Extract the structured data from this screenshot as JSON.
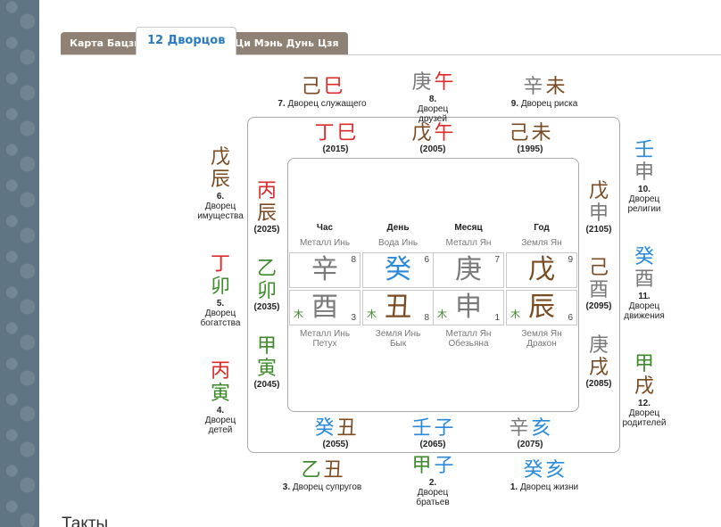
{
  "colors": {
    "fire": "#dc2b2b",
    "earth": "#7a4a21",
    "metal": "#7a7a7a",
    "water": "#2a8ad9",
    "wood": "#3d8a2a",
    "tab_active": "#2a7bc4",
    "tab_inactive": "#8f8274"
  },
  "tabs": [
    {
      "label": "Карта Бацзы",
      "active": false
    },
    {
      "label": "12 Дворцов",
      "active": true
    },
    {
      "label": "Ци Мэнь Дунь Цзя",
      "active": false
    }
  ],
  "palaces_outer": [
    {
      "stem": "己",
      "stem_el": "earth",
      "branch": "巳",
      "branch_el": "fire",
      "num": "7.",
      "name": "Дворец служащего"
    },
    {
      "stem": "庚",
      "stem_el": "metal",
      "branch": "午",
      "branch_el": "fire",
      "num": "8.",
      "name": "Дворец друзей"
    },
    {
      "stem": "辛",
      "stem_el": "metal",
      "branch": "未",
      "branch_el": "earth",
      "num": "9.",
      "name": "Дворец риска"
    },
    {
      "stem": "壬",
      "stem_el": "water",
      "branch": "申",
      "branch_el": "metal",
      "num": "10.",
      "name": "Дворец религии"
    },
    {
      "stem": "癸",
      "stem_el": "water",
      "branch": "酉",
      "branch_el": "metal",
      "num": "11.",
      "name": "Дворец движения"
    },
    {
      "stem": "甲",
      "stem_el": "wood",
      "branch": "戌",
      "branch_el": "earth",
      "num": "12.",
      "name": "Дворец родителей"
    },
    {
      "stem": "乙",
      "stem_el": "wood",
      "branch": "丑",
      "branch_el": "earth",
      "num": "3.",
      "name": "Дворец супругов"
    },
    {
      "stem": "甲",
      "stem_el": "wood",
      "branch": "子",
      "branch_el": "water",
      "num": "2.",
      "name": "Дворец братьев"
    },
    {
      "stem": "癸",
      "stem_el": "water",
      "branch": "亥",
      "branch_el": "water",
      "num": "1.",
      "name": "Дворец жизни"
    },
    {
      "stem": "戊",
      "stem_el": "earth",
      "branch": "辰",
      "branch_el": "earth",
      "num": "6.",
      "name": "Дворец имущества"
    },
    {
      "stem": "丁",
      "stem_el": "fire",
      "branch": "卯",
      "branch_el": "wood",
      "num": "5.",
      "name": "Дворец богатства"
    },
    {
      "stem": "丙",
      "stem_el": "fire",
      "branch": "寅",
      "branch_el": "wood",
      "num": "4.",
      "name": "Дворец детей"
    }
  ],
  "luck_pillars": [
    {
      "stem": "丁",
      "stem_el": "fire",
      "branch": "巳",
      "branch_el": "fire",
      "year": "(2015)"
    },
    {
      "stem": "戊",
      "stem_el": "earth",
      "branch": "午",
      "branch_el": "fire",
      "year": "(2005)"
    },
    {
      "stem": "己",
      "stem_el": "earth",
      "branch": "未",
      "branch_el": "earth",
      "year": "(1995)"
    },
    {
      "stem": "戊",
      "stem_el": "earth",
      "branch": "申",
      "branch_el": "metal",
      "year": "(2105)"
    },
    {
      "stem": "己",
      "stem_el": "earth",
      "branch": "酉",
      "branch_el": "metal",
      "year": "(2095)"
    },
    {
      "stem": "庚",
      "stem_el": "metal",
      "branch": "戌",
      "branch_el": "earth",
      "year": "(2085)"
    },
    {
      "stem": "癸",
      "stem_el": "water",
      "branch": "丑",
      "branch_el": "earth",
      "year": "(2055)"
    },
    {
      "stem": "壬",
      "stem_el": "water",
      "branch": "子",
      "branch_el": "water",
      "year": "(2065)"
    },
    {
      "stem": "辛",
      "stem_el": "metal",
      "branch": "亥",
      "branch_el": "water",
      "year": "(2075)"
    },
    {
      "stem": "丙",
      "stem_el": "fire",
      "branch": "辰",
      "branch_el": "earth",
      "year": "(2025)"
    },
    {
      "stem": "乙",
      "stem_el": "wood",
      "branch": "卯",
      "branch_el": "wood",
      "year": "(2035)"
    },
    {
      "stem": "甲",
      "stem_el": "wood",
      "branch": "寅",
      "branch_el": "wood",
      "year": "(2045)"
    }
  ],
  "pillars": [
    {
      "header": "Час",
      "stem_element": "Металл Инь",
      "stem": "辛",
      "stem_el": "metal",
      "stem_num": "8",
      "branch": "酉",
      "branch_el": "metal",
      "branch_num": "3",
      "hidden": "木",
      "hidden_el": "wood",
      "branch_element": "Металл Инь",
      "animal": "Петух"
    },
    {
      "header": "День",
      "stem_element": "Вода Инь",
      "stem": "癸",
      "stem_el": "water",
      "stem_num": "6",
      "branch": "丑",
      "branch_el": "earth",
      "branch_num": "8",
      "hidden": "木",
      "hidden_el": "wood",
      "branch_element": "Земля Инь",
      "animal": "Бык"
    },
    {
      "header": "Месяц",
      "stem_element": "Металл Ян",
      "stem": "庚",
      "stem_el": "metal",
      "stem_num": "7",
      "branch": "申",
      "branch_el": "metal",
      "branch_num": "1",
      "hidden": "木",
      "hidden_el": "wood",
      "branch_element": "Металл Ян",
      "animal": "Обезьяна"
    },
    {
      "header": "Год",
      "stem_element": "Земля Ян",
      "stem": "戊",
      "stem_el": "earth",
      "stem_num": "9",
      "branch": "辰",
      "branch_el": "earth",
      "branch_num": "6",
      "hidden": "木",
      "hidden_el": "wood",
      "branch_element": "Земля Ян",
      "animal": "Дракон"
    }
  ],
  "footer": {
    "section_title": "Такты"
  }
}
